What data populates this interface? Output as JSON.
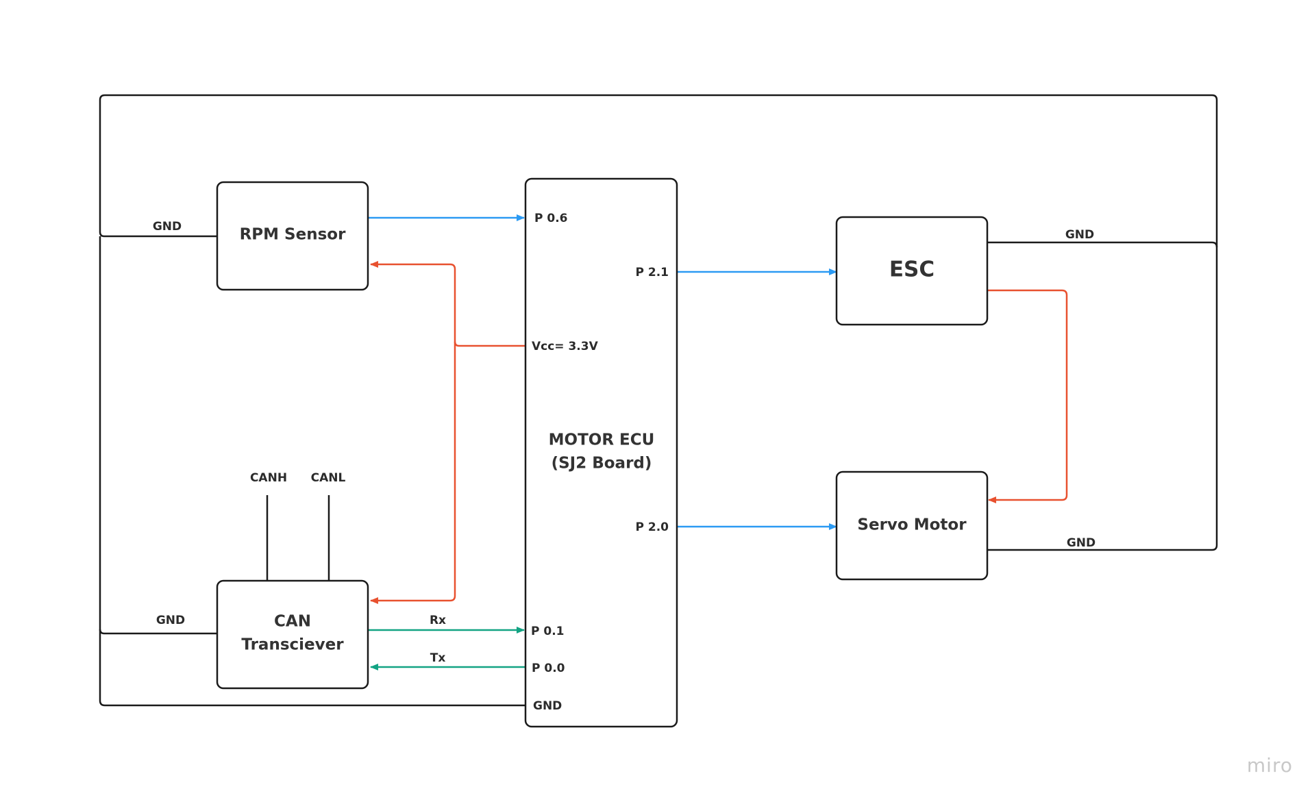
{
  "colors": {
    "ground": "#1a1a1a",
    "signal": "#2b9af3",
    "power": "#e8512f",
    "uart": "#12a383"
  },
  "blocks": {
    "rpm_sensor": "RPM Sensor",
    "motor_ecu_line1": "MOTOR ECU",
    "motor_ecu_line2": "(SJ2 Board)",
    "esc": "ESC",
    "servo_motor": "Servo Motor",
    "can_line1": "CAN",
    "can_line2": "Transciever"
  },
  "pins": {
    "p06": "P 0.6",
    "p21": "P 2.1",
    "vcc": "Vcc= 3.3V",
    "p20": "P 2.0",
    "p01": "P 0.1",
    "p00": "P 0.0",
    "gnd": "GND"
  },
  "labels": {
    "gnd_rpm": "GND",
    "gnd_can": "GND",
    "gnd_esc": "GND",
    "gnd_servo": "GND",
    "canh": "CANH",
    "canl": "CANL",
    "rx": "Rx",
    "tx": "Tx"
  },
  "watermark": "miro"
}
